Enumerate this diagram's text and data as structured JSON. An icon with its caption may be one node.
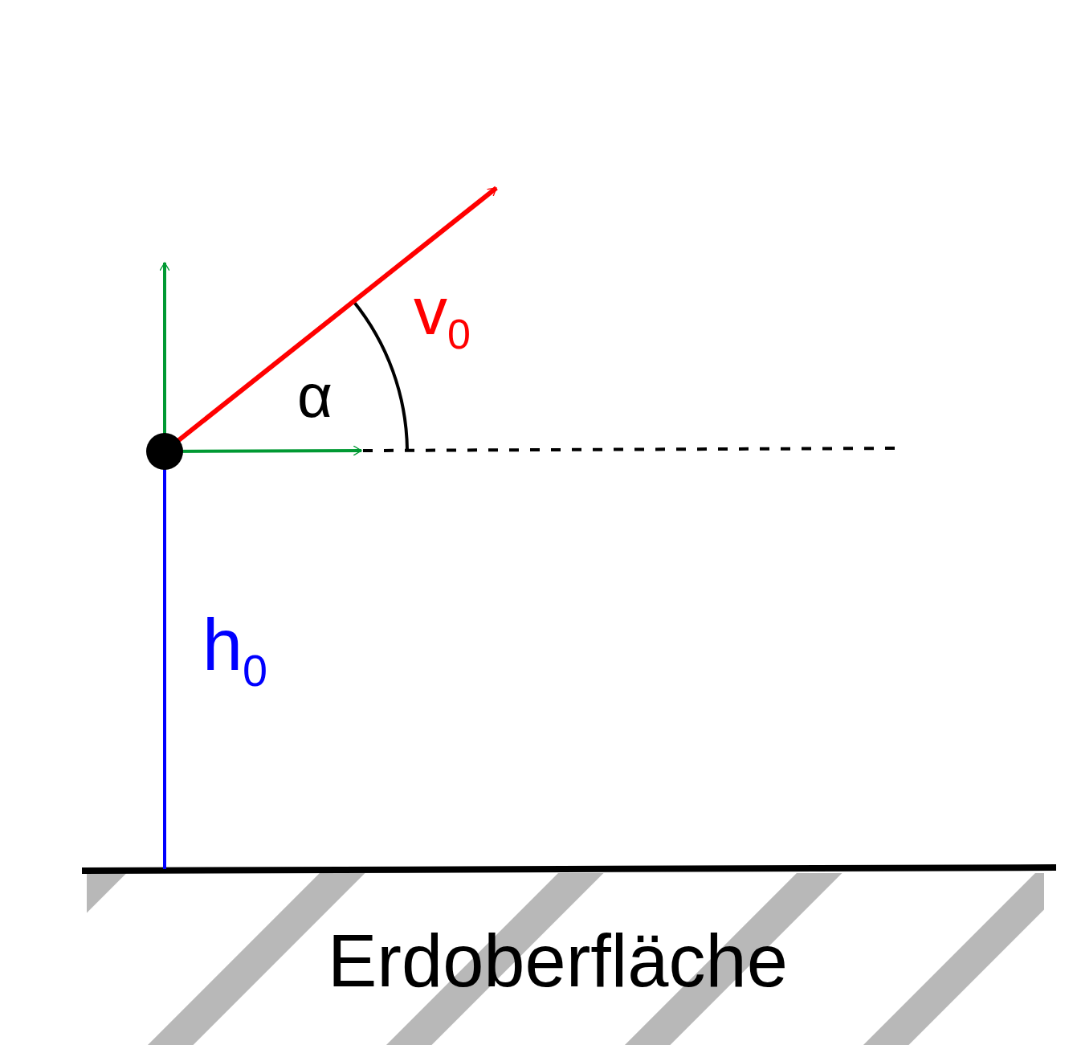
{
  "diagram": {
    "labels": [
      "v$_{0}$",
      "α",
      "h$_{0}$",
      "Erdoberfläche"
    ]
  }
}
